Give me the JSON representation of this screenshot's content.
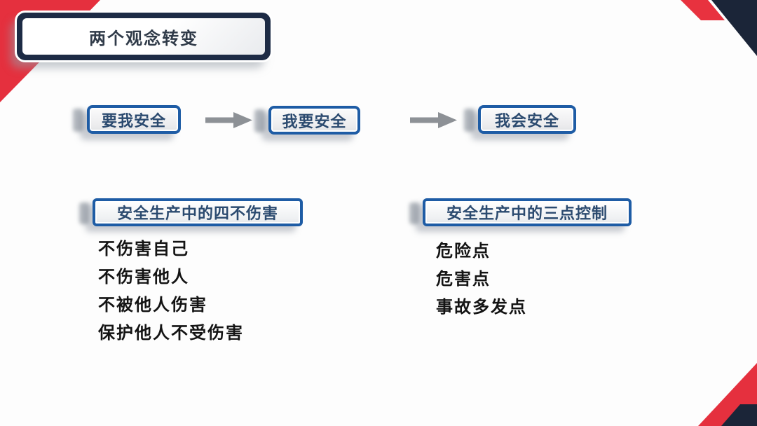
{
  "slide": {
    "title": "两个观念转变",
    "concepts": [
      "要我安全",
      "我要安全",
      "我会安全"
    ],
    "sections": [
      {
        "heading": "安全生产中的四不伤害",
        "items": [
          "不伤害自己",
          "不伤害他人",
          "不被他人伤害",
          "保护他人不受伤害"
        ]
      },
      {
        "heading": "安全生产中的三点控制",
        "items": [
          "危险点",
          "危害点",
          "事故多发点"
        ]
      }
    ],
    "colors": {
      "accent_red": "#e5303e",
      "corner_navy": "#1b2538",
      "box_border_blue": "#1e5ca5",
      "title_border_navy": "#1d2b45",
      "text_navy": "#2b4a6f",
      "arrow_gray": "#8d9196"
    }
  }
}
